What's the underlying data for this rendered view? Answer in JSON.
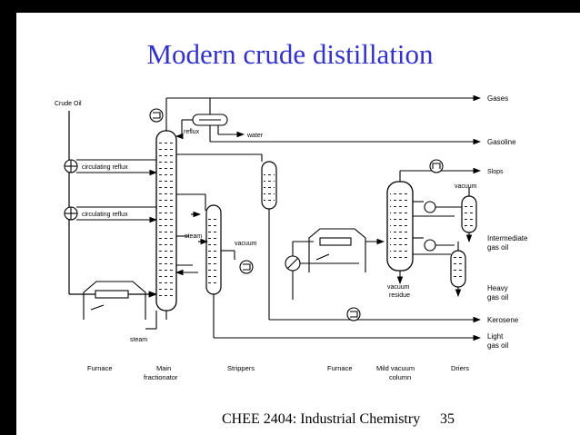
{
  "slide": {
    "title": "Modern crude distillation",
    "footer": "CHEE 2404: Industrial Chemistry",
    "page_number": "35"
  },
  "diagram": {
    "labels": {
      "crude_oil": "Crude Oil",
      "reflux": "reflux",
      "water": "water",
      "circulating_reflux_1": "circulating reflux",
      "circulating_reflux_2": "circulating reflux",
      "steam_stripper": "steam",
      "vacuum_stripper": "vacuum",
      "steam_main": "steam",
      "vacuum_drier": "vacuum",
      "vacuum_residue": "vacuum residue"
    },
    "outputs": {
      "gases": "Gases",
      "gasoline": "Gasoline",
      "slops": "Slops",
      "intermediate_gas_oil": "Intermediate gas oil",
      "heavy_gas_oil": "Heavy gas oil",
      "kerosene": "Kerosene",
      "light_gas_oil": "Light gas oil"
    },
    "captions": {
      "furnace_1": "Furnace",
      "main_fractionator": "Main fractionator",
      "strippers": "Strippers",
      "furnace_2": "Furnace",
      "mild_vacuum_column": "Mild vacuum column",
      "driers": "Driers"
    }
  }
}
